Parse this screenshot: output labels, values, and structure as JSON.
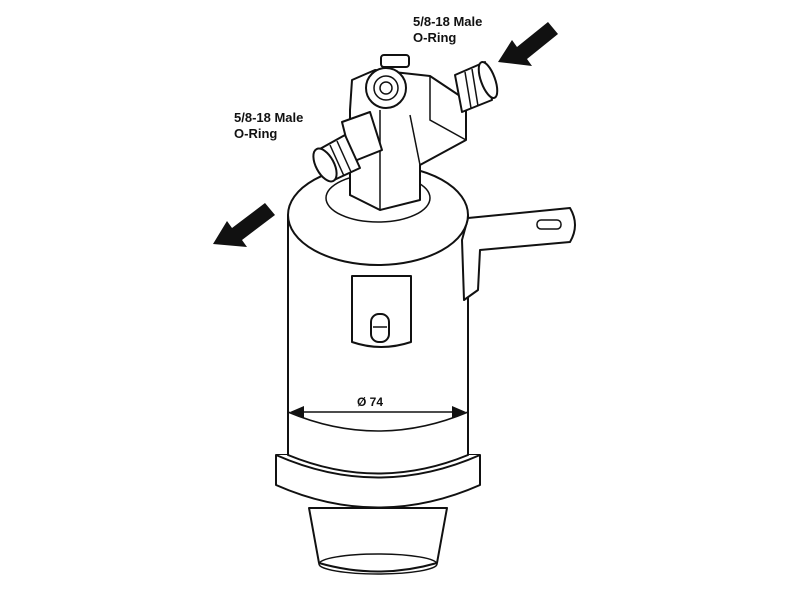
{
  "labels": {
    "inlet_line1": "5/8-18 Male",
    "inlet_line2": "O-Ring",
    "outlet_line1": "5/8-18 Male",
    "outlet_line2": "O-Ring",
    "diameter": "Ø 74"
  },
  "colors": {
    "line": "#111111",
    "fill": "#ffffff"
  }
}
